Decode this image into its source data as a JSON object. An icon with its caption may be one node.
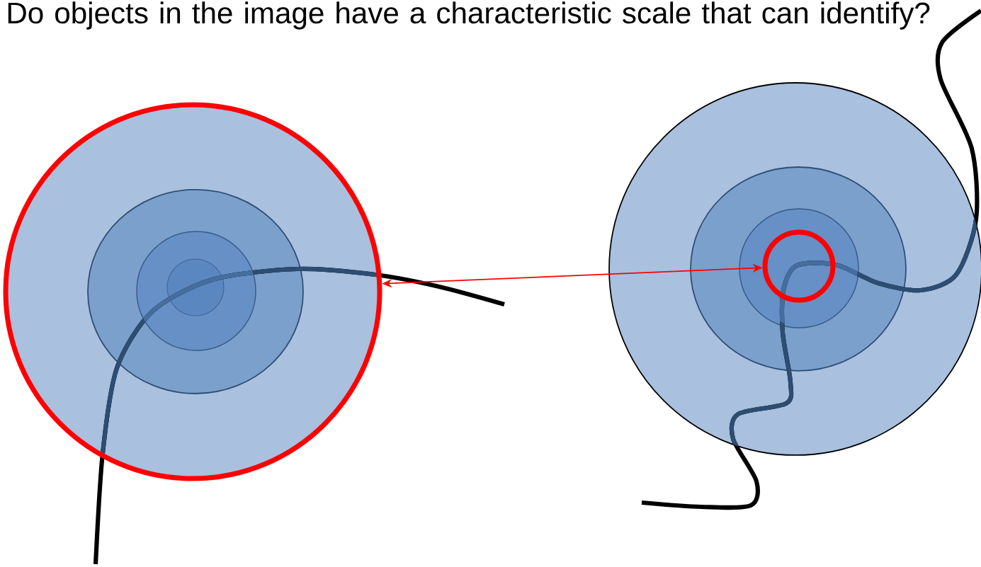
{
  "diagram": {
    "title": "Do objects in the image have a characteristic scale that can identify?",
    "nodes": [
      {
        "text": [],
        "shape": "circle"
      },
      {
        "text": [],
        "shape": "circle"
      }
    ],
    "edges": [
      {
        "from": 0,
        "to": 1,
        "arrow": "both",
        "color": "#ff0000"
      }
    ]
  }
}
